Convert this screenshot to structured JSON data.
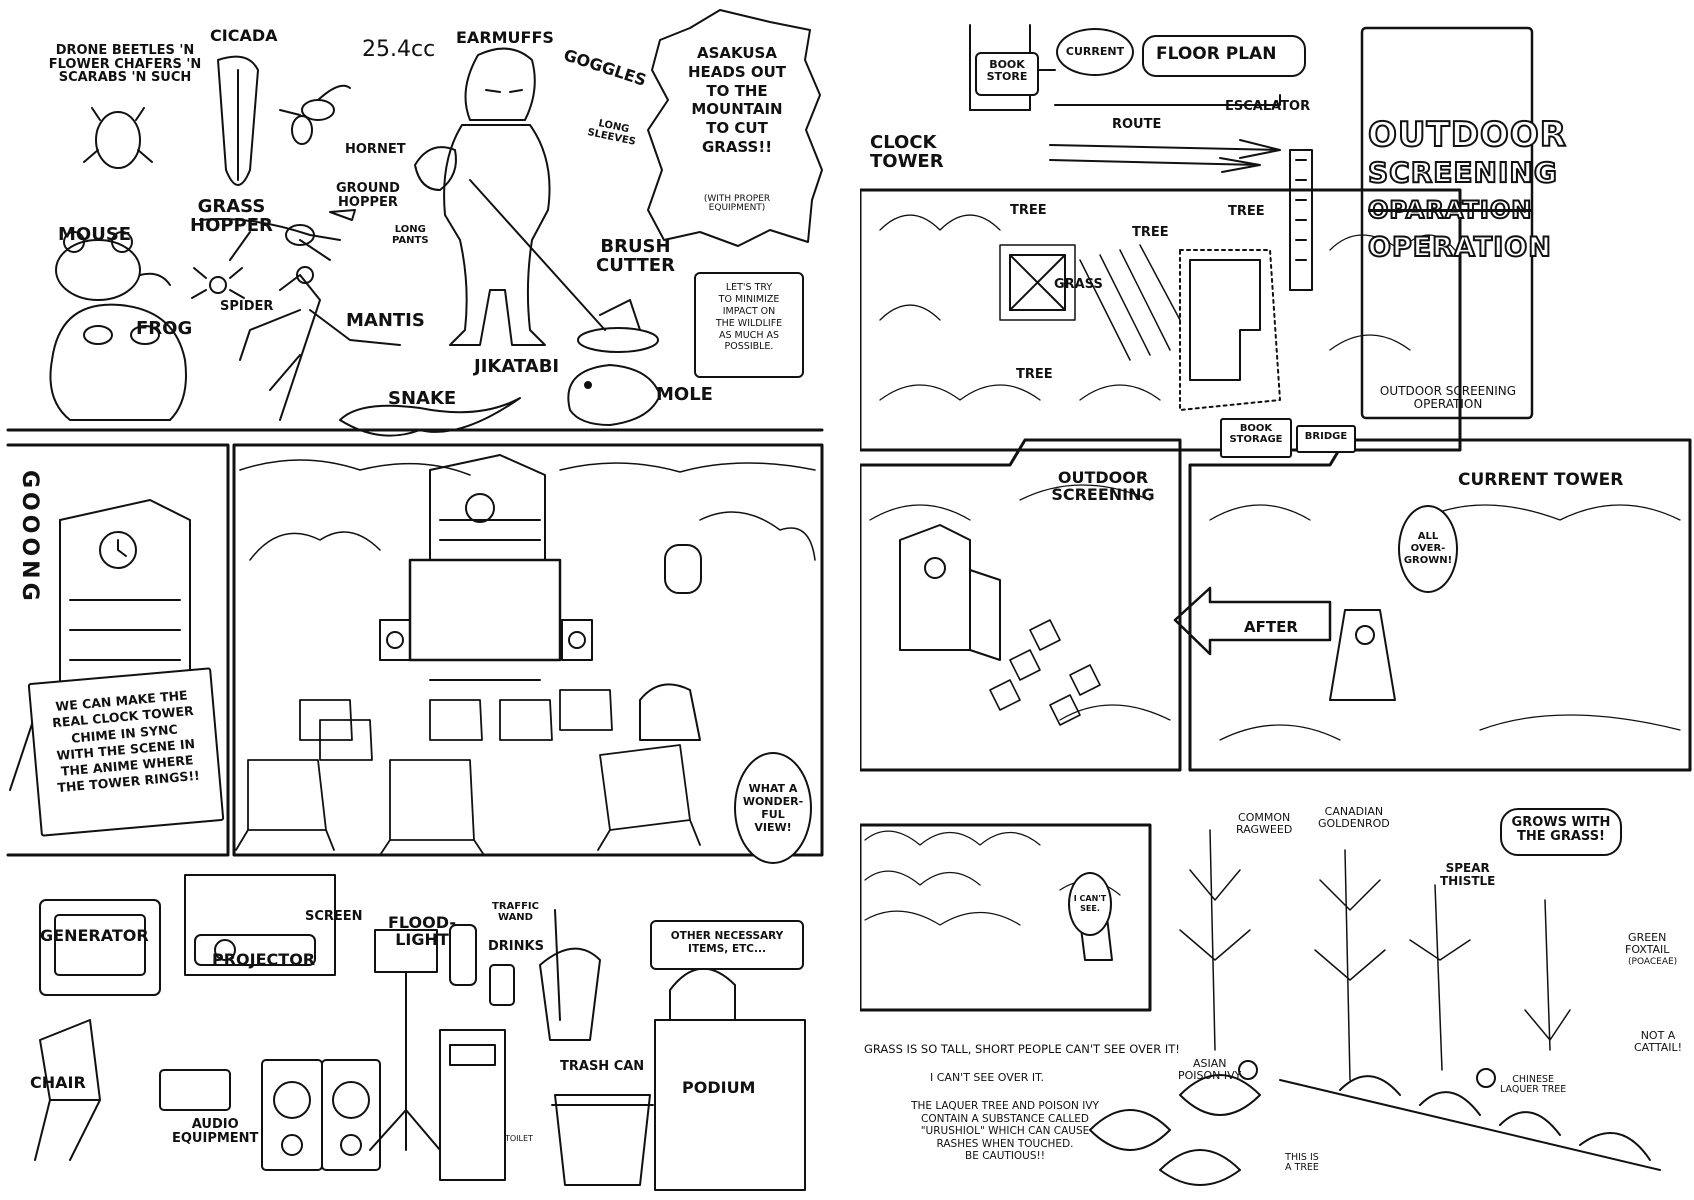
{
  "left_page": {
    "intro_bubble": "ASAKUSA\nHEADS OUT\nTO THE\nMOUNTAIN\nTO CUT\nGRASS!!",
    "intro_note": "(WITH PROPER\nEQUIPMENT)",
    "wildlife_note": "LET'S TRY\nTO MINIMIZE\nIMPACT ON\nTHE WILDLIFE\nAS MUCH AS\nPOSSIBLE.",
    "creatures": {
      "beetles": "DRONE BEETLES 'N\nFLOWER CHAFERS 'N\nSCARABS 'N SUCH",
      "cicada": "CICADA",
      "hornet": "HORNET",
      "ground_hopper": "GROUND\nHOPPER",
      "grasshopper": "GRASS\nHOPPER",
      "mouse": "MOUSE",
      "spider": "SPIDER",
      "frog": "FROG",
      "mantis": "MANTIS",
      "snake": "SNAKE",
      "mole": "MOLE"
    },
    "gear": {
      "engine": "25.4cc",
      "earmuffs": "EARMUFFS",
      "goggles": "GOGGLES",
      "long_sleeves": "LONG\nSLEEVES",
      "long_pants": "LONG\nPANTS",
      "brush_cutter": "BRUSH\nCUTTER",
      "jikatabi": "JIKATABI"
    },
    "sfx": "GOOONG",
    "clock_tower_sign": "WE CAN MAKE THE\nREAL CLOCK TOWER\nCHIME IN SYNC\nWITH THE SCENE IN\nTHE ANIME WHERE\nTHE TOWER RINGS!!",
    "view_bubble": "WHAT A\nWONDER-\nFUL\nVIEW!",
    "equipment": {
      "generator": "GENERATOR",
      "projector": "PROJECTOR",
      "screen": "SCREEN",
      "floodlight": "FLOOD-\nLIGHT",
      "drinks": "DRINKS",
      "traffic_wand": "TRAFFIC\nWAND",
      "other": "OTHER NECESSARY\nITEMS, ETC...",
      "chair": "CHAIR",
      "audio": "AUDIO\nEQUIPMENT",
      "toilet": "TOILET",
      "trash_can": "TRASH CAN",
      "podium": "PODIUM"
    }
  },
  "right_page": {
    "floor_plan": {
      "book_store": "BOOK\nSTORE",
      "current": "CURRENT",
      "title": "FLOOR PLAN",
      "route": "ROUTE",
      "escalator": "ESCALATOR",
      "clock_tower": "CLOCK\nTOWER",
      "tree": "TREE",
      "grass": "GRASS",
      "book_storage": "BOOK\nSTORAGE",
      "bridge": "BRIDGE"
    },
    "title_block": {
      "line1": "OUTDOOR",
      "line2": "SCREENING",
      "line3_crossed": "OPARATION",
      "line4": "OPERATION",
      "caption": "OUTDOOR SCREENING\nOPERATION"
    },
    "panels": {
      "outdoor_screening": "OUTDOOR\nSCREENING",
      "current_tower": "CURRENT TOWER",
      "after": "AFTER",
      "overgrown": "ALL\nOVER-\nGROWN!"
    },
    "grass_panel": {
      "cant_see": "I CAN'T\nSEE.",
      "caption": "GRASS IS SO TALL, SHORT PEOPLE CAN'T SEE OVER IT!",
      "aside": "I CAN'T SEE OVER IT."
    },
    "plants": {
      "grows": "GROWS WITH\nTHE GRASS!",
      "ragweed": "COMMON\nRAGWEED",
      "goldenrod": "CANADIAN\nGOLDENROD",
      "thistle": "SPEAR\nTHISTLE",
      "foxtail": "GREEN\nFOXTAIL",
      "foxtail_note": "(POACEAE)",
      "not_cattail": "NOT A\nCATTAIL!",
      "poison_ivy": "ASIAN\nPOISON IVY",
      "laquer_tree": "CHINESE\nLAQUER TREE",
      "this_is_tree": "THIS IS\nA TREE",
      "warning": "THE LAQUER TREE AND POISON IVY\nCONTAIN A SUBSTANCE CALLED\n\"URUSHIOL\" WHICH CAN CAUSE\nRASHES WHEN TOUCHED.\nBE CAUTIOUS!!"
    }
  }
}
